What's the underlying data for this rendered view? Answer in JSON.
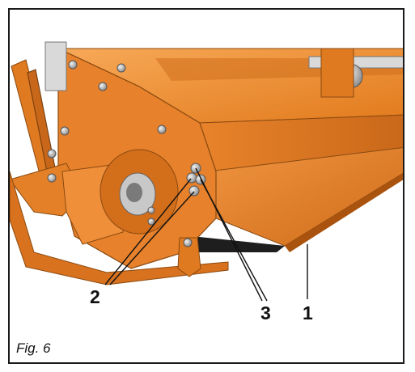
{
  "figure": {
    "caption": "Fig. 6",
    "callouts": {
      "c1": "1",
      "c2": "2",
      "c3": "3"
    }
  },
  "colors": {
    "frame_border": "#1a1a1a",
    "machine_orange": "#e57e1f",
    "machine_orange_light": "#f29a42",
    "machine_orange_dark": "#b85e12",
    "bolt_grey": "#c9c9c9"
  }
}
